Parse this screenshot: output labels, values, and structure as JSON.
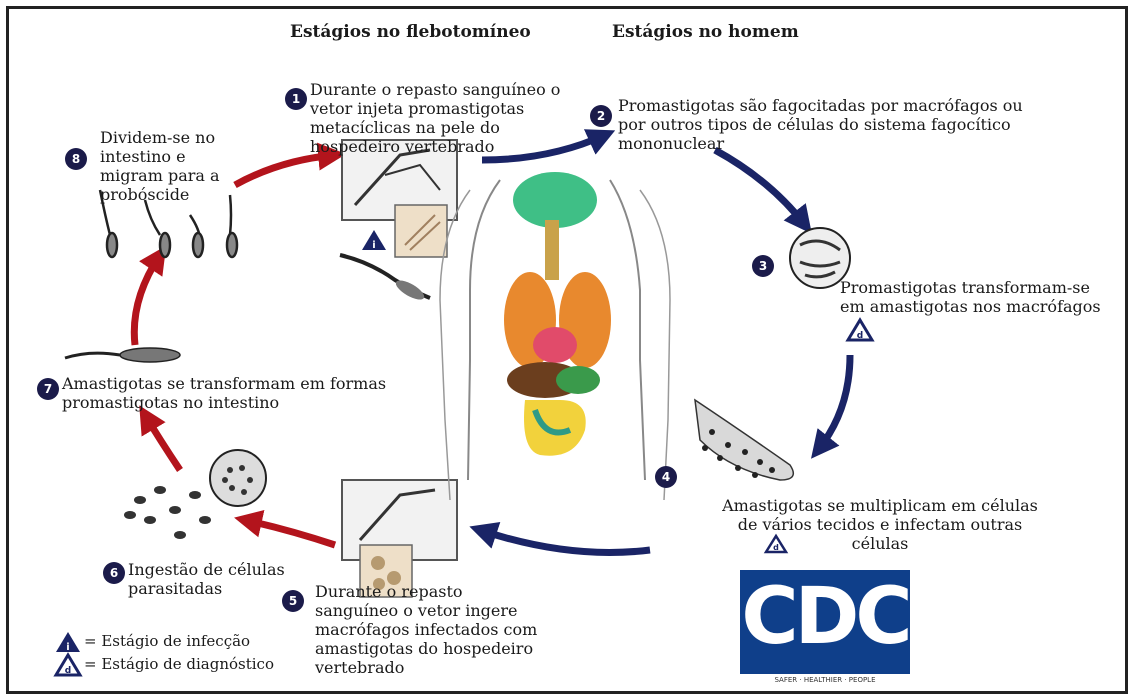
{
  "headers": {
    "vector": "Estágios no flebotomíneo",
    "human": "Estágios no homem"
  },
  "steps": {
    "s1": {
      "num": "1",
      "text": "Durante o repasto sanguíneo o vetor injeta promastigotas metacíclicas na pele do hospedeiro vertebrado"
    },
    "s2": {
      "num": "2",
      "text": "Promastigotas são fagocitadas por macrófagos ou por outros tipos de células do sistema fagocítico mononuclear"
    },
    "s3": {
      "num": "3",
      "text": "Promastigotas transformam-se em amastigotas nos macrófagos"
    },
    "s4": {
      "num": "4",
      "text": "Amastigotas se multiplicam em células de vários tecidos e infectam outras células"
    },
    "s5": {
      "num": "5",
      "text": "Durante o repasto sanguíneo o vetor ingere macrófagos infectados com amastigotas do hospedeiro vertebrado"
    },
    "s6": {
      "num": "6",
      "text": "Ingestão de células parasitadas"
    },
    "s7": {
      "num": "7",
      "text": "Amastigotas se transformam em formas promastigotas no intestino"
    },
    "s8": {
      "num": "8",
      "text": "Dividem-se no intestino e migram para a probóscide"
    }
  },
  "legend": {
    "infection": "= Estágio de infecção",
    "diagnostic": "= Estágio de diagnóstico"
  },
  "logo": {
    "text": "CDC",
    "subtitle": "SAFER · HEALTHIER · PEOPLE"
  },
  "colors": {
    "red_arrow": "#b3141c",
    "blue_arrow": "#1a2466",
    "badge": "#1b1b4a",
    "cdc_blue": "#0f3f8a"
  }
}
